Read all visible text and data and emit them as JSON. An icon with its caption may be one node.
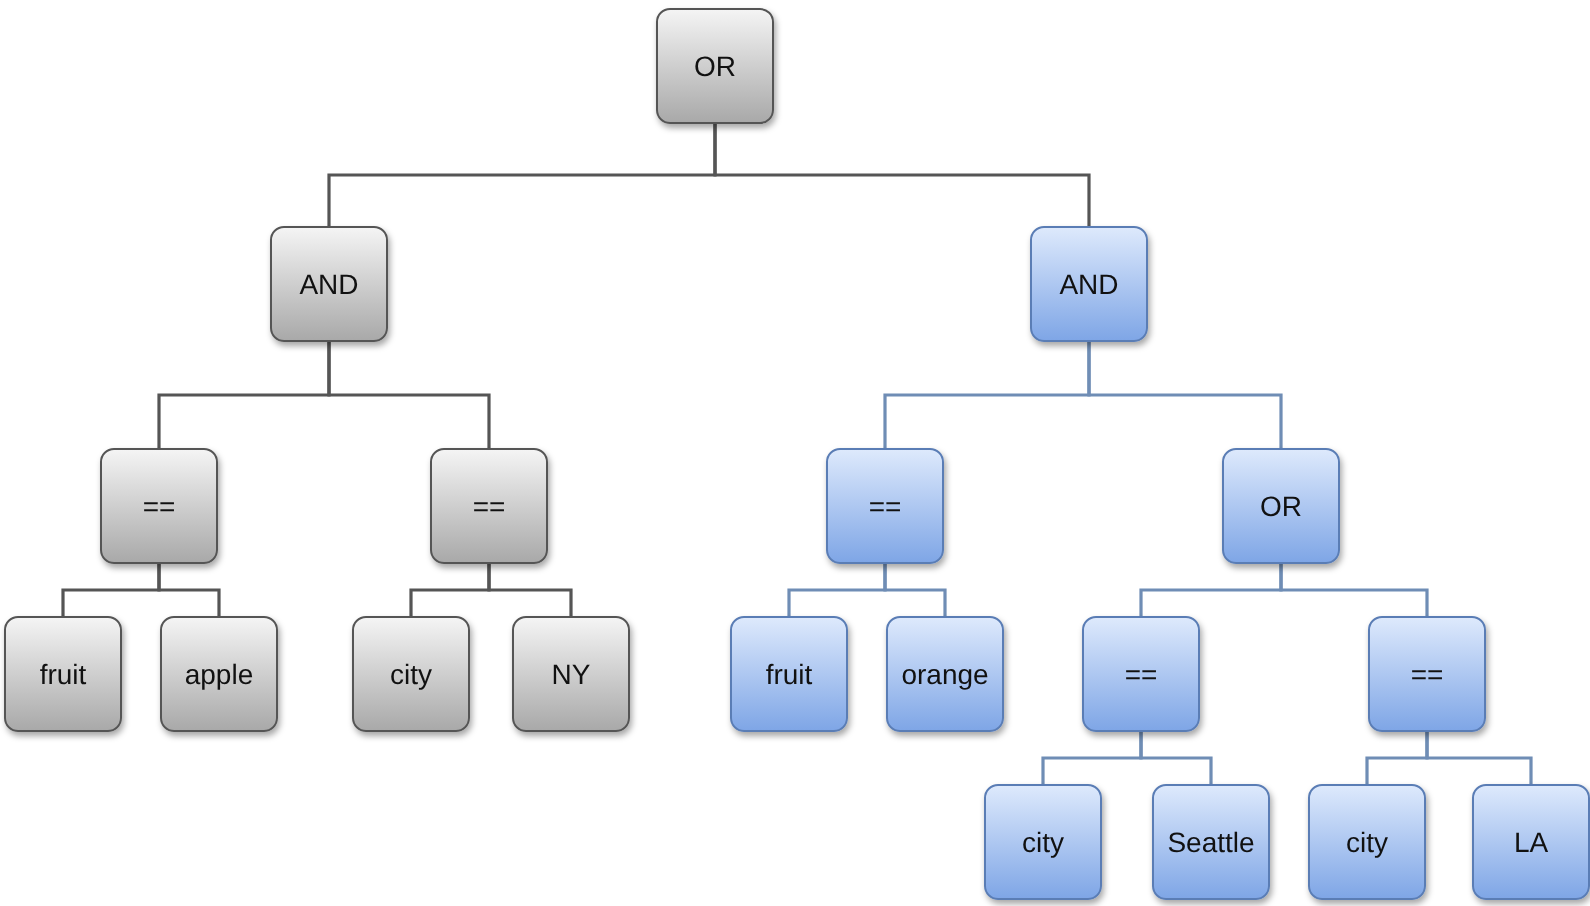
{
  "diagram": {
    "nodes": [
      {
        "text": [
          "OR"
        ]
      },
      {
        "text": [
          "AND"
        ]
      },
      {
        "text": [
          "AND"
        ]
      },
      {
        "text": [
          "=="
        ]
      },
      {
        "text": [
          "=="
        ]
      },
      {
        "text": [
          "=="
        ]
      },
      {
        "text": [
          "OR"
        ]
      },
      {
        "text": [
          "fruit"
        ]
      },
      {
        "text": [
          "apple"
        ]
      },
      {
        "text": [
          "city"
        ]
      },
      {
        "text": [
          "NY"
        ]
      },
      {
        "text": [
          "fruit"
        ]
      },
      {
        "text": [
          "orange"
        ]
      },
      {
        "text": [
          "=="
        ]
      },
      {
        "text": [
          "=="
        ]
      },
      {
        "text": [
          "city"
        ]
      },
      {
        "text": [
          "Seattle"
        ]
      },
      {
        "text": [
          "city"
        ]
      },
      {
        "text": [
          "LA"
        ]
      }
    ],
    "edges": [
      {
        "from": 0,
        "to": 1,
        "arrow": "none",
        "color": "#555555"
      },
      {
        "from": 0,
        "to": 2,
        "arrow": "none",
        "color": "#555555"
      },
      {
        "from": 1,
        "to": 3,
        "arrow": "none",
        "color": "#555555"
      },
      {
        "from": 1,
        "to": 4,
        "arrow": "none",
        "color": "#555555"
      },
      {
        "from": 2,
        "to": 5,
        "arrow": "none"
      },
      {
        "from": 2,
        "to": 6,
        "arrow": "none"
      },
      {
        "from": 3,
        "to": 7,
        "arrow": "none",
        "color": "#555555"
      },
      {
        "from": 3,
        "to": 8,
        "arrow": "none",
        "color": "#555555"
      },
      {
        "from": 4,
        "to": 9,
        "arrow": "none",
        "color": "#555555"
      },
      {
        "from": 4,
        "to": 10,
        "arrow": "none",
        "color": "#555555"
      },
      {
        "from": 5,
        "to": 11,
        "arrow": "none"
      },
      {
        "from": 5,
        "to": 12,
        "arrow": "none"
      },
      {
        "from": 6,
        "to": 13,
        "arrow": "none"
      },
      {
        "from": 6,
        "to": 14,
        "arrow": "none"
      },
      {
        "from": 13,
        "to": 15,
        "arrow": "none"
      },
      {
        "from": 13,
        "to": 16,
        "arrow": "none"
      },
      {
        "from": 14,
        "to": 17,
        "arrow": "none"
      },
      {
        "from": 14,
        "to": 18,
        "arrow": "none"
      }
    ]
  }
}
